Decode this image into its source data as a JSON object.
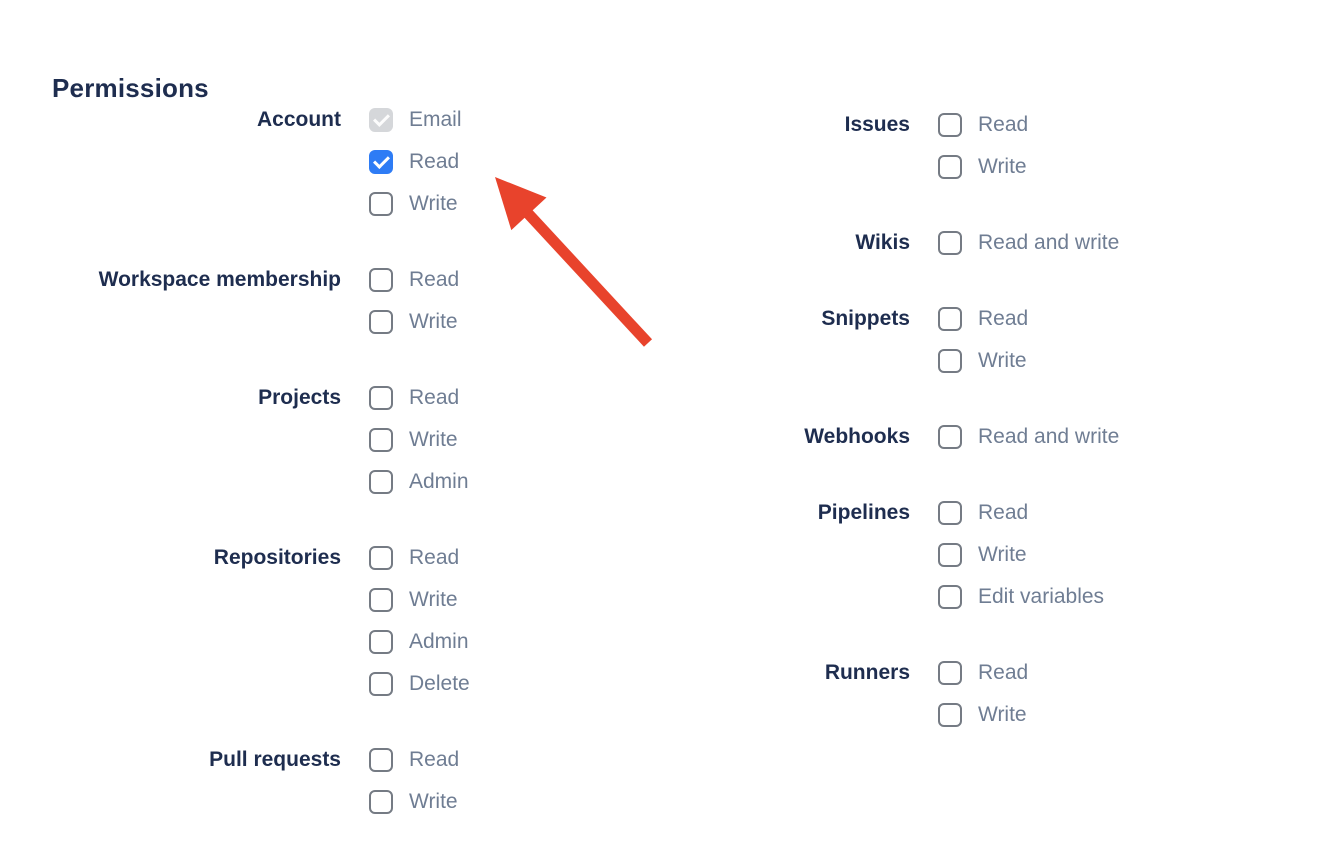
{
  "heading": {
    "title": "Permissions"
  },
  "colors": {
    "page_bg": "#ffffff",
    "heading_text": "#1e2d4f",
    "group_label_text": "#1e2d4f",
    "option_label_text": "#6f7d93",
    "checkbox_border": "#757b84",
    "checkbox_checked_bg": "#2e7cf5",
    "checkbox_disabled_bg": "#d5d7da"
  },
  "annotation": {
    "arrow_color": "#e8432c"
  },
  "columns": [
    {
      "side": "left",
      "groups": [
        {
          "label": "Account",
          "options": [
            {
              "label": "Email",
              "checked": true,
              "disabled": true
            },
            {
              "label": "Read",
              "checked": true,
              "disabled": false
            },
            {
              "label": "Write",
              "checked": false,
              "disabled": false
            }
          ]
        },
        {
          "label": "Workspace membership",
          "options": [
            {
              "label": "Read",
              "checked": false,
              "disabled": false
            },
            {
              "label": "Write",
              "checked": false,
              "disabled": false
            }
          ]
        },
        {
          "label": "Projects",
          "options": [
            {
              "label": "Read",
              "checked": false,
              "disabled": false
            },
            {
              "label": "Write",
              "checked": false,
              "disabled": false
            },
            {
              "label": "Admin",
              "checked": false,
              "disabled": false
            }
          ]
        },
        {
          "label": "Repositories",
          "options": [
            {
              "label": "Read",
              "checked": false,
              "disabled": false
            },
            {
              "label": "Write",
              "checked": false,
              "disabled": false
            },
            {
              "label": "Admin",
              "checked": false,
              "disabled": false
            },
            {
              "label": "Delete",
              "checked": false,
              "disabled": false
            }
          ]
        },
        {
          "label": "Pull requests",
          "options": [
            {
              "label": "Read",
              "checked": false,
              "disabled": false
            },
            {
              "label": "Write",
              "checked": false,
              "disabled": false
            }
          ]
        }
      ]
    },
    {
      "side": "right",
      "groups": [
        {
          "label": "Issues",
          "options": [
            {
              "label": "Read",
              "checked": false,
              "disabled": false
            },
            {
              "label": "Write",
              "checked": false,
              "disabled": false
            }
          ]
        },
        {
          "label": "Wikis",
          "options": [
            {
              "label": "Read and write",
              "checked": false,
              "disabled": false
            }
          ]
        },
        {
          "label": "Snippets",
          "options": [
            {
              "label": "Read",
              "checked": false,
              "disabled": false
            },
            {
              "label": "Write",
              "checked": false,
              "disabled": false
            }
          ]
        },
        {
          "label": "Webhooks",
          "options": [
            {
              "label": "Read and write",
              "checked": false,
              "disabled": false
            }
          ]
        },
        {
          "label": "Pipelines",
          "options": [
            {
              "label": "Read",
              "checked": false,
              "disabled": false
            },
            {
              "label": "Write",
              "checked": false,
              "disabled": false
            },
            {
              "label": "Edit variables",
              "checked": false,
              "disabled": false
            }
          ]
        },
        {
          "label": "Runners",
          "options": [
            {
              "label": "Read",
              "checked": false,
              "disabled": false
            },
            {
              "label": "Write",
              "checked": false,
              "disabled": false
            }
          ]
        }
      ]
    }
  ]
}
